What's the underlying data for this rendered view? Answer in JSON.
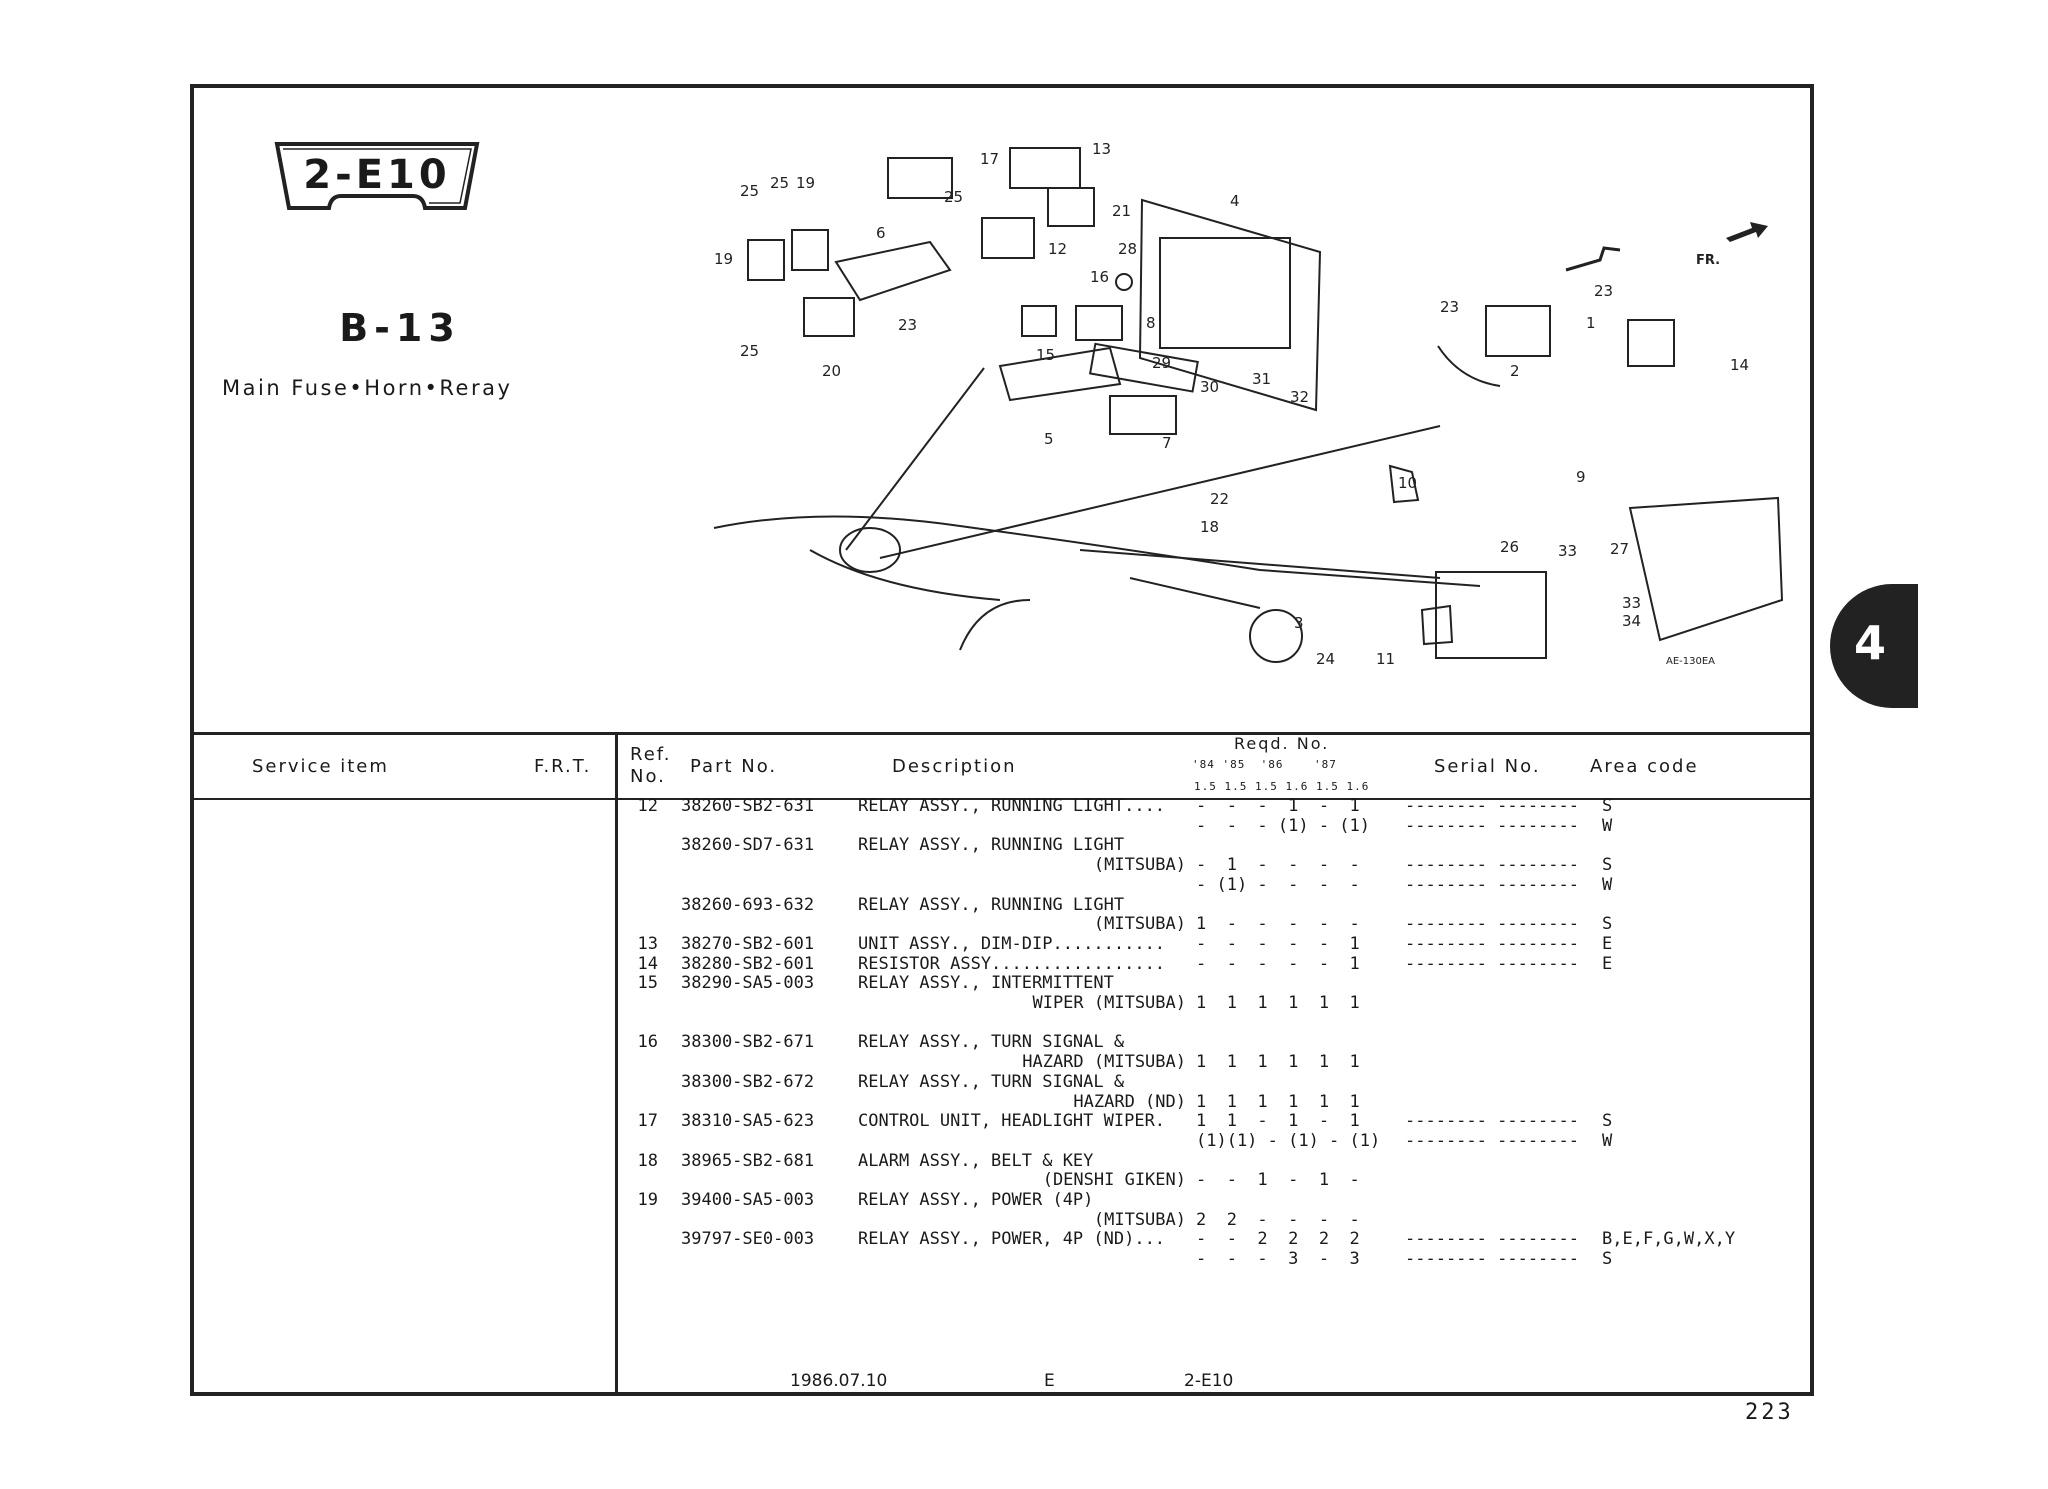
{
  "badge": {
    "code": "2-E10"
  },
  "section": {
    "code": "B-13",
    "title": "Main Fuse•Horn•Reray"
  },
  "diagram": {
    "callouts": [
      "17",
      "13",
      "25",
      "19",
      "21",
      "4",
      "6",
      "25",
      "12",
      "28",
      "19",
      "25",
      "23",
      "16",
      "8",
      "15",
      "29",
      "30",
      "31",
      "32",
      "20",
      "25",
      "5",
      "7",
      "23",
      "23",
      "1",
      "2",
      "14",
      "FR.",
      "22",
      "18",
      "10",
      "9",
      "26",
      "33",
      "27",
      "33",
      "34",
      "3",
      "24",
      "11"
    ],
    "code": "AE-130EA"
  },
  "table": {
    "headers": {
      "service_item": "Service  item",
      "frt": "F.R.T.",
      "ref_no_1": "Ref.",
      "ref_no_2": "No.",
      "part_no": "Part No.",
      "description": "Description",
      "reqd_no": "Reqd. No.",
      "years": "'84 '85  '86    '87",
      "engines": "1.5 1.5 1.5 1.6 1.5 1.6",
      "serial_no": "Serial No.",
      "area_code": "Area  code"
    },
    "rows": [
      {
        "ref": "12",
        "part": "38260-SB2-631",
        "desc": "RELAY ASSY., RUNNING LIGHT....",
        "desc2": "",
        "qty": "-  -  -  1  -  1",
        "serial": "-------- --------",
        "area": "S"
      },
      {
        "ref": "",
        "part": "",
        "desc": "",
        "desc2": "",
        "qty": "-  -  - (1) - (1)",
        "serial": "-------- --------",
        "area": "W"
      },
      {
        "ref": "",
        "part": "38260-SD7-631",
        "desc": "RELAY ASSY., RUNNING LIGHT",
        "desc2": "",
        "qty": "",
        "serial": "",
        "area": ""
      },
      {
        "ref": "",
        "part": "",
        "desc": "",
        "desc2": "(MITSUBA)",
        "qty": "-  1  -  -  -  -",
        "serial": "-------- --------",
        "area": "S"
      },
      {
        "ref": "",
        "part": "",
        "desc": "",
        "desc2": "",
        "qty": "- (1) -  -  -  -",
        "serial": "-------- --------",
        "area": "W"
      },
      {
        "ref": "",
        "part": "38260-693-632",
        "desc": "RELAY ASSY., RUNNING LIGHT",
        "desc2": "",
        "qty": "",
        "serial": "",
        "area": ""
      },
      {
        "ref": "",
        "part": "",
        "desc": "",
        "desc2": "(MITSUBA)",
        "qty": "1  -  -  -  -  -",
        "serial": "-------- --------",
        "area": "S"
      },
      {
        "ref": "13",
        "part": "38270-SB2-601",
        "desc": "UNIT ASSY., DIM-DIP...........",
        "desc2": "",
        "qty": "-  -  -  -  -  1",
        "serial": "-------- --------",
        "area": "E"
      },
      {
        "ref": "14",
        "part": "38280-SB2-601",
        "desc": "RESISTOR ASSY.................",
        "desc2": "",
        "qty": "-  -  -  -  -  1",
        "serial": "-------- --------",
        "area": "E"
      },
      {
        "ref": "15",
        "part": "38290-SA5-003",
        "desc": "RELAY ASSY., INTERMITTENT",
        "desc2": "",
        "qty": "",
        "serial": "",
        "area": ""
      },
      {
        "ref": "",
        "part": "",
        "desc": "",
        "desc2": "WIPER (MITSUBA)",
        "qty": "1  1  1  1  1  1",
        "serial": "",
        "area": ""
      },
      {
        "ref": "",
        "part": "",
        "desc": "",
        "desc2": "",
        "qty": "",
        "serial": "",
        "area": ""
      },
      {
        "ref": "16",
        "part": "38300-SB2-671",
        "desc": "RELAY ASSY., TURN SIGNAL &",
        "desc2": "",
        "qty": "",
        "serial": "",
        "area": ""
      },
      {
        "ref": "",
        "part": "",
        "desc": "",
        "desc2": "HAZARD (MITSUBA)",
        "qty": "1  1  1  1  1  1",
        "serial": "",
        "area": ""
      },
      {
        "ref": "",
        "part": "38300-SB2-672",
        "desc": "RELAY ASSY., TURN SIGNAL &",
        "desc2": "",
        "qty": "",
        "serial": "",
        "area": ""
      },
      {
        "ref": "",
        "part": "",
        "desc": "",
        "desc2": "HAZARD (ND)",
        "qty": "1  1  1  1  1  1",
        "serial": "",
        "area": ""
      },
      {
        "ref": "17",
        "part": "38310-SA5-623",
        "desc": "CONTROL UNIT, HEADLIGHT WIPER.",
        "desc2": "",
        "qty": "1  1  -  1  -  1",
        "serial": "-------- --------",
        "area": "S"
      },
      {
        "ref": "",
        "part": "",
        "desc": "",
        "desc2": "",
        "qty": "(1)(1) - (1) - (1)",
        "serial": "-------- --------",
        "area": "W"
      },
      {
        "ref": "18",
        "part": "38965-SB2-681",
        "desc": "ALARM ASSY., BELT & KEY",
        "desc2": "",
        "qty": "",
        "serial": "",
        "area": ""
      },
      {
        "ref": "",
        "part": "",
        "desc": "",
        "desc2": "(DENSHI GIKEN)",
        "qty": "-  -  1  -  1  -",
        "serial": "",
        "area": ""
      },
      {
        "ref": "19",
        "part": "39400-SA5-003",
        "desc": "RELAY ASSY., POWER (4P)",
        "desc2": "",
        "qty": "",
        "serial": "",
        "area": ""
      },
      {
        "ref": "",
        "part": "",
        "desc": "",
        "desc2": "(MITSUBA)",
        "qty": "2  2  -  -  -  -",
        "serial": "",
        "area": ""
      },
      {
        "ref": "",
        "part": "39797-SE0-003",
        "desc": "RELAY ASSY., POWER, 4P (ND)...",
        "desc2": "",
        "qty": "-  -  2  2  2  2",
        "serial": "-------- --------",
        "area": "B,E,F,G,W,X,Y"
      },
      {
        "ref": "",
        "part": "",
        "desc": "",
        "desc2": "",
        "qty": "-  -  -  3  -  3",
        "serial": "-------- --------",
        "area": "S"
      }
    ]
  },
  "footer": {
    "date": "1986.07.10",
    "mid": "E",
    "code": "2-E10"
  },
  "page_number": "223",
  "tab_number": "4"
}
